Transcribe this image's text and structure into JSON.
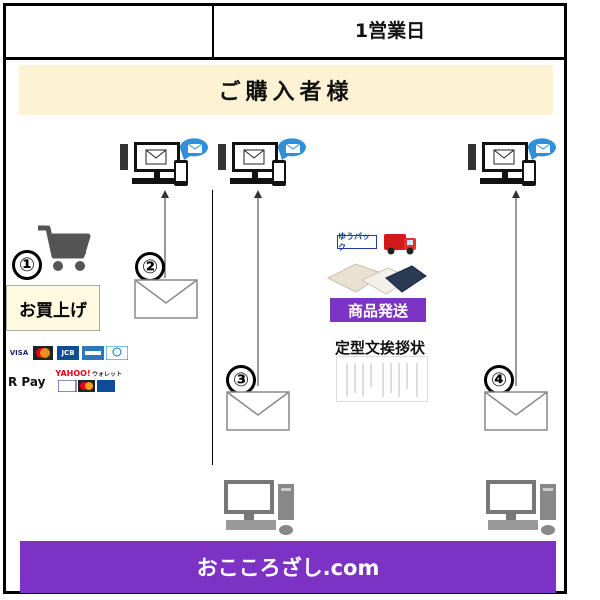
{
  "header": {
    "deadline": "1営業日"
  },
  "customer": {
    "label": "ご購入者様"
  },
  "steps": {
    "s1": "①",
    "s2": "②",
    "s3": "③",
    "s4": "④"
  },
  "purchase": {
    "label": "お買上げ"
  },
  "payments": {
    "visa": "VISA",
    "jcb": "JCB",
    "diners": "Diners Club",
    "rpay": "R Pay",
    "yahoo": "YAHOO!",
    "wallet": "ウォレット"
  },
  "shipping": {
    "yupack": "ゆうパック",
    "label": "商品発送"
  },
  "letter": {
    "title": "定型文挨拶状"
  },
  "footer": {
    "brand": "おこころざし.com"
  },
  "colors": {
    "purple": "#7b32c5",
    "cream": "#fdf2d3",
    "mail_blue": "#2f8fd8"
  }
}
